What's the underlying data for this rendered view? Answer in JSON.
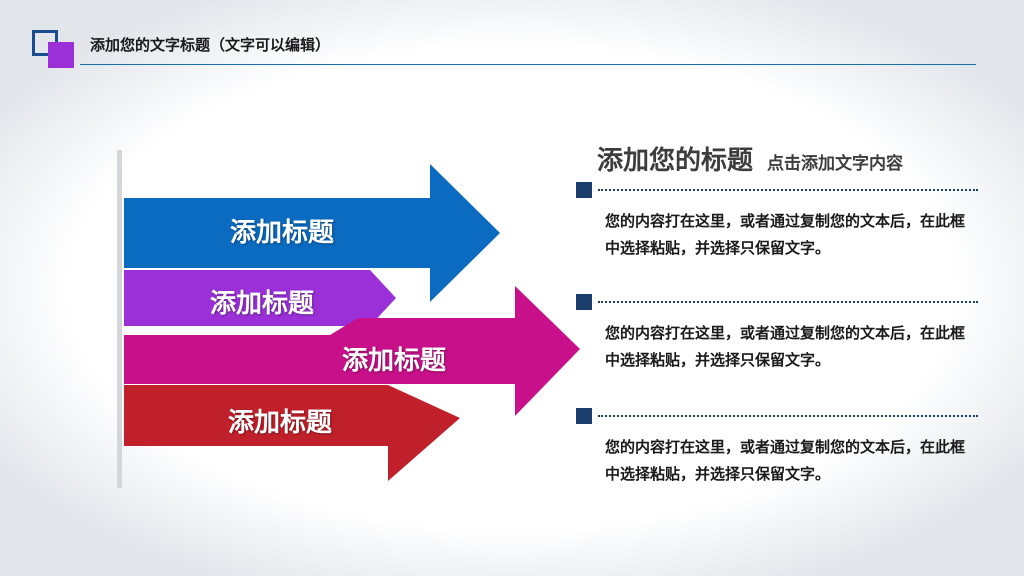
{
  "header": {
    "title": "添加您的文字标题（文字可以编辑）"
  },
  "colors": {
    "accent_blue": "#1a4d8f",
    "accent_purple": "#9b30d9",
    "arrow_blue": "#0a6bc1",
    "arrow_purple": "#9b30d9",
    "arrow_magenta": "#c8108a",
    "arrow_red": "#c0202a",
    "marker": "#1a3d6d"
  },
  "arrows": [
    {
      "label": "添加标题",
      "color": "#0a6bc1"
    },
    {
      "label": "添加标题",
      "color": "#9b30d9"
    },
    {
      "label": "添加标题",
      "color": "#c8108a"
    },
    {
      "label": "添加标题",
      "color": "#c0202a"
    }
  ],
  "section": {
    "title": "添加您的标题",
    "subtitle": "点击添加文字内容"
  },
  "items": [
    {
      "text": "您的内容打在这里，或者通过复制您的文本后，在此框中选择粘贴，并选择只保留文字。"
    },
    {
      "text": "您的内容打在这里，或者通过复制您的文本后，在此框中选择粘贴，并选择只保留文字。"
    },
    {
      "text": "您的内容打在这里，或者通过复制您的文本后，在此框中选择粘贴，并选择只保留文字。"
    }
  ]
}
